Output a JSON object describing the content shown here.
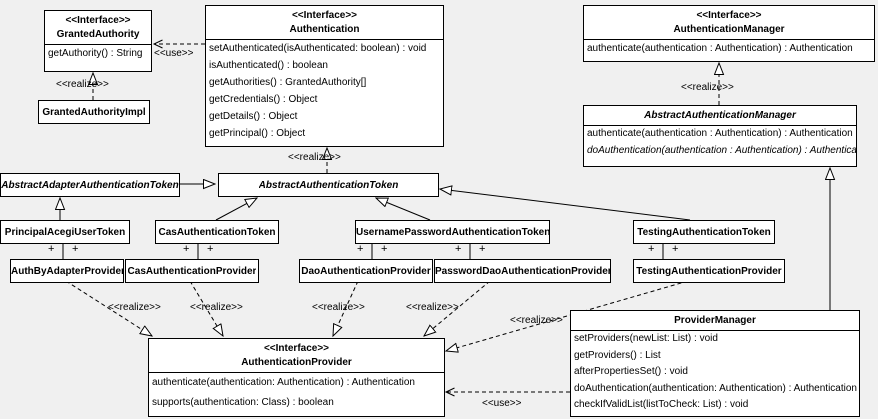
{
  "colors": {
    "background": "#f0f0f0",
    "box_fill": "#ffffff",
    "border": "#000000"
  },
  "labels": {
    "use": "<<use>>",
    "realize": "<<realize>>",
    "plus": "+"
  },
  "classes": {
    "grantedAuthority": {
      "stereotype": "<<Interface>>",
      "name": "GrantedAuthority",
      "methods": [
        "getAuthority() : String"
      ]
    },
    "authentication": {
      "stereotype": "<<Interface>>",
      "name": "Authentication",
      "methods": [
        "setAuthenticated(isAuthenticated: boolean) : void",
        "isAuthenticated() : boolean",
        "getAuthorities() : GrantedAuthority[]",
        "getCredentials() : Object",
        "getDetails() : Object",
        "getPrincipal() : Object"
      ]
    },
    "authenticationManager": {
      "stereotype": "<<Interface>>",
      "name": "AuthenticationManager",
      "methods": [
        "authenticate(authentication : Authentication) : Authentication"
      ]
    },
    "grantedAuthorityImpl": {
      "name": "GrantedAuthorityImpl"
    },
    "abstractAuthenticationManager": {
      "name": "AbstractAuthenticationManager",
      "methods": [
        "authenticate(authentication : Authentication) : Authentication",
        "doAuthentication(authentication : Authentication) : Authentication"
      ]
    },
    "abstractAdapterAuthenticationToken": {
      "name": "AbstractAdapterAuthenticationToken"
    },
    "abstractAuthenticationToken": {
      "name": "AbstractAuthenticationToken"
    },
    "principalAcegiUserToken": {
      "name": "PrincipalAcegiUserToken"
    },
    "casAuthenticationToken": {
      "name": "CasAuthenticationToken"
    },
    "usernamePasswordAuthenticationToken": {
      "name": "UsernamePasswordAuthenticationToken"
    },
    "testingAuthenticationToken": {
      "name": "TestingAuthenticationToken"
    },
    "authByAdapterProvider": {
      "name": "AuthByAdapterProvider"
    },
    "casAuthenticationProvider": {
      "name": "CasAuthenticationProvider"
    },
    "daoAuthenticationProvider": {
      "name": "DaoAuthenticationProvider"
    },
    "passwordDaoAuthenticationProvider": {
      "name": "PasswordDaoAuthenticationProvider"
    },
    "testingAuthenticationProvider": {
      "name": "TestingAuthenticationProvider"
    },
    "authenticationProvider": {
      "stereotype": "<<Interface>>",
      "name": "AuthenticationProvider",
      "methods": [
        "authenticate(authentication: Authentication) : Authentication",
        "supports(authentication: Class) : boolean"
      ]
    },
    "providerManager": {
      "name": "ProviderManager",
      "methods": [
        "setProviders(newList: List) : void",
        "getProviders() : List",
        "afterPropertiesSet() : void",
        "doAuthentication(authentication: Authentication) : Authentication",
        "checkIfValidList(listToCheck: List) : void"
      ]
    }
  }
}
